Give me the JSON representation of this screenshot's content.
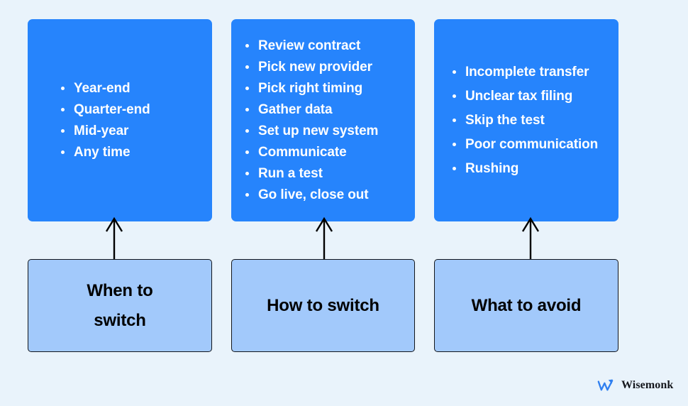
{
  "background_color": "#e9f3fb",
  "card_color": "#2684fc",
  "label_box_color": "#a2c9fb",
  "label_box_border_color": "#12161c",
  "columns": [
    {
      "label": "When to switch",
      "items": [
        "Year-end",
        "Quarter-end",
        "Mid-year",
        "Any time"
      ]
    },
    {
      "label": "How to switch",
      "items": [
        "Review contract",
        "Pick new provider",
        "Pick right timing",
        "Gather data",
        "Set up new system",
        "Communicate",
        "Run a test",
        "Go live, close out"
      ]
    },
    {
      "label": "What to avoid",
      "items": [
        "Incomplete transfer",
        "Unclear tax filing",
        "Skip the test",
        "Poor communication",
        "Rushing"
      ]
    }
  ],
  "brand": {
    "name": "Wisemonk",
    "mark_icon": "wisemonk-w-arrow-icon",
    "mark_color": "#2f7ff0",
    "text_color": "#15171c"
  },
  "connectors": {
    "icon": "up-arrow-icon",
    "color": "#000000",
    "count": 3
  }
}
